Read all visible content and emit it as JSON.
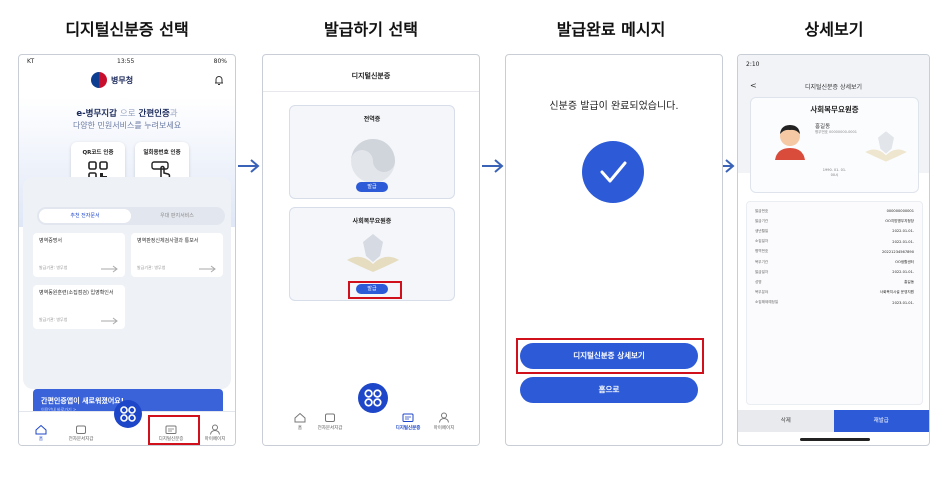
{
  "steps": [
    {
      "title": "디지털신분증 선택"
    },
    {
      "title": "발급하기 선택"
    },
    {
      "title": "발급완료 메시지"
    },
    {
      "title": "상세보기"
    }
  ],
  "colors": {
    "accent": "#2d5bd8",
    "highlight": "#d0101a",
    "arrow": "#3a63b8"
  },
  "phone1": {
    "status": {
      "carrier": "KT",
      "time": "13:55",
      "battery": "80%"
    },
    "app_name": "병무청",
    "hero_line1_a": "e-병무지갑",
    "hero_line1_b": "으로",
    "hero_line1_c": "간편인증",
    "hero_line1_d": "과",
    "hero_line2": "다양한 민원서비스를 누려보세요",
    "quick_buttons": [
      {
        "label": "QR코드 인증",
        "icon": "qr-code-icon"
      },
      {
        "label": "일회용번호 인증",
        "icon": "touch-icon"
      }
    ],
    "segment_tabs": [
      "추천 전자문서",
      "우대 판지서비스"
    ],
    "docs": [
      {
        "title": "병역증명서",
        "sub": "발급기관: 병무청"
      },
      {
        "title": "병역판정신체검사결과 통보서",
        "sub": "발급기관: 병무청"
      },
      {
        "title": "병역동원훈련(소집점검) 입영확인서",
        "sub": "발급기관: 병무청"
      }
    ],
    "banner": {
      "title": "간편인증앱이 새로워졌어요!",
      "sub": "이용안내 바로가기 >"
    },
    "tabs": [
      "홈",
      "전자문서지갑",
      "디지털신분증",
      "마이페이지"
    ]
  },
  "phone2": {
    "title": "디지털신분증",
    "cards": [
      {
        "title": "전역증",
        "button": "발급"
      },
      {
        "title": "사회복무요원증",
        "button": "발급"
      }
    ],
    "tabs": [
      "홈",
      "전자문서지갑",
      "디지털신분증",
      "마이페이지"
    ]
  },
  "phone3": {
    "message": "신분증 발급이 완료되었습니다.",
    "detail_button": "디지털신분증 상세보기",
    "home_button": "홈으로"
  },
  "phone4": {
    "status": {
      "time": "2:10"
    },
    "nav_title": "디지털신분증 상세보기",
    "back": "<",
    "card_title": "사회복무요원증",
    "name": "홍길동",
    "meta": "병무번호 00000000-0001",
    "dob_line1": "1990. 01. 01.",
    "dob_line2": "00시",
    "rows": [
      {
        "k": "발급번호",
        "v": "000000000001"
      },
      {
        "k": "발급기관",
        "v": "OO지방병무지청장"
      },
      {
        "k": "생년월일",
        "v": "2022.01.01."
      },
      {
        "k": "소집일자",
        "v": "2022.01.01."
      },
      {
        "k": "병역번호",
        "v": "20221234567890"
      },
      {
        "k": "복무기관",
        "v": "OO생활센터"
      },
      {
        "k": "발급일자",
        "v": "2022.01.01."
      },
      {
        "k": "성명",
        "v": "홍길동"
      },
      {
        "k": "복무분야",
        "v": "사회복지시설 운영지원"
      },
      {
        "k": "소집해제예정일",
        "v": "2023.01.01."
      }
    ],
    "delete_button": "삭제",
    "reissue_button": "재발급"
  }
}
